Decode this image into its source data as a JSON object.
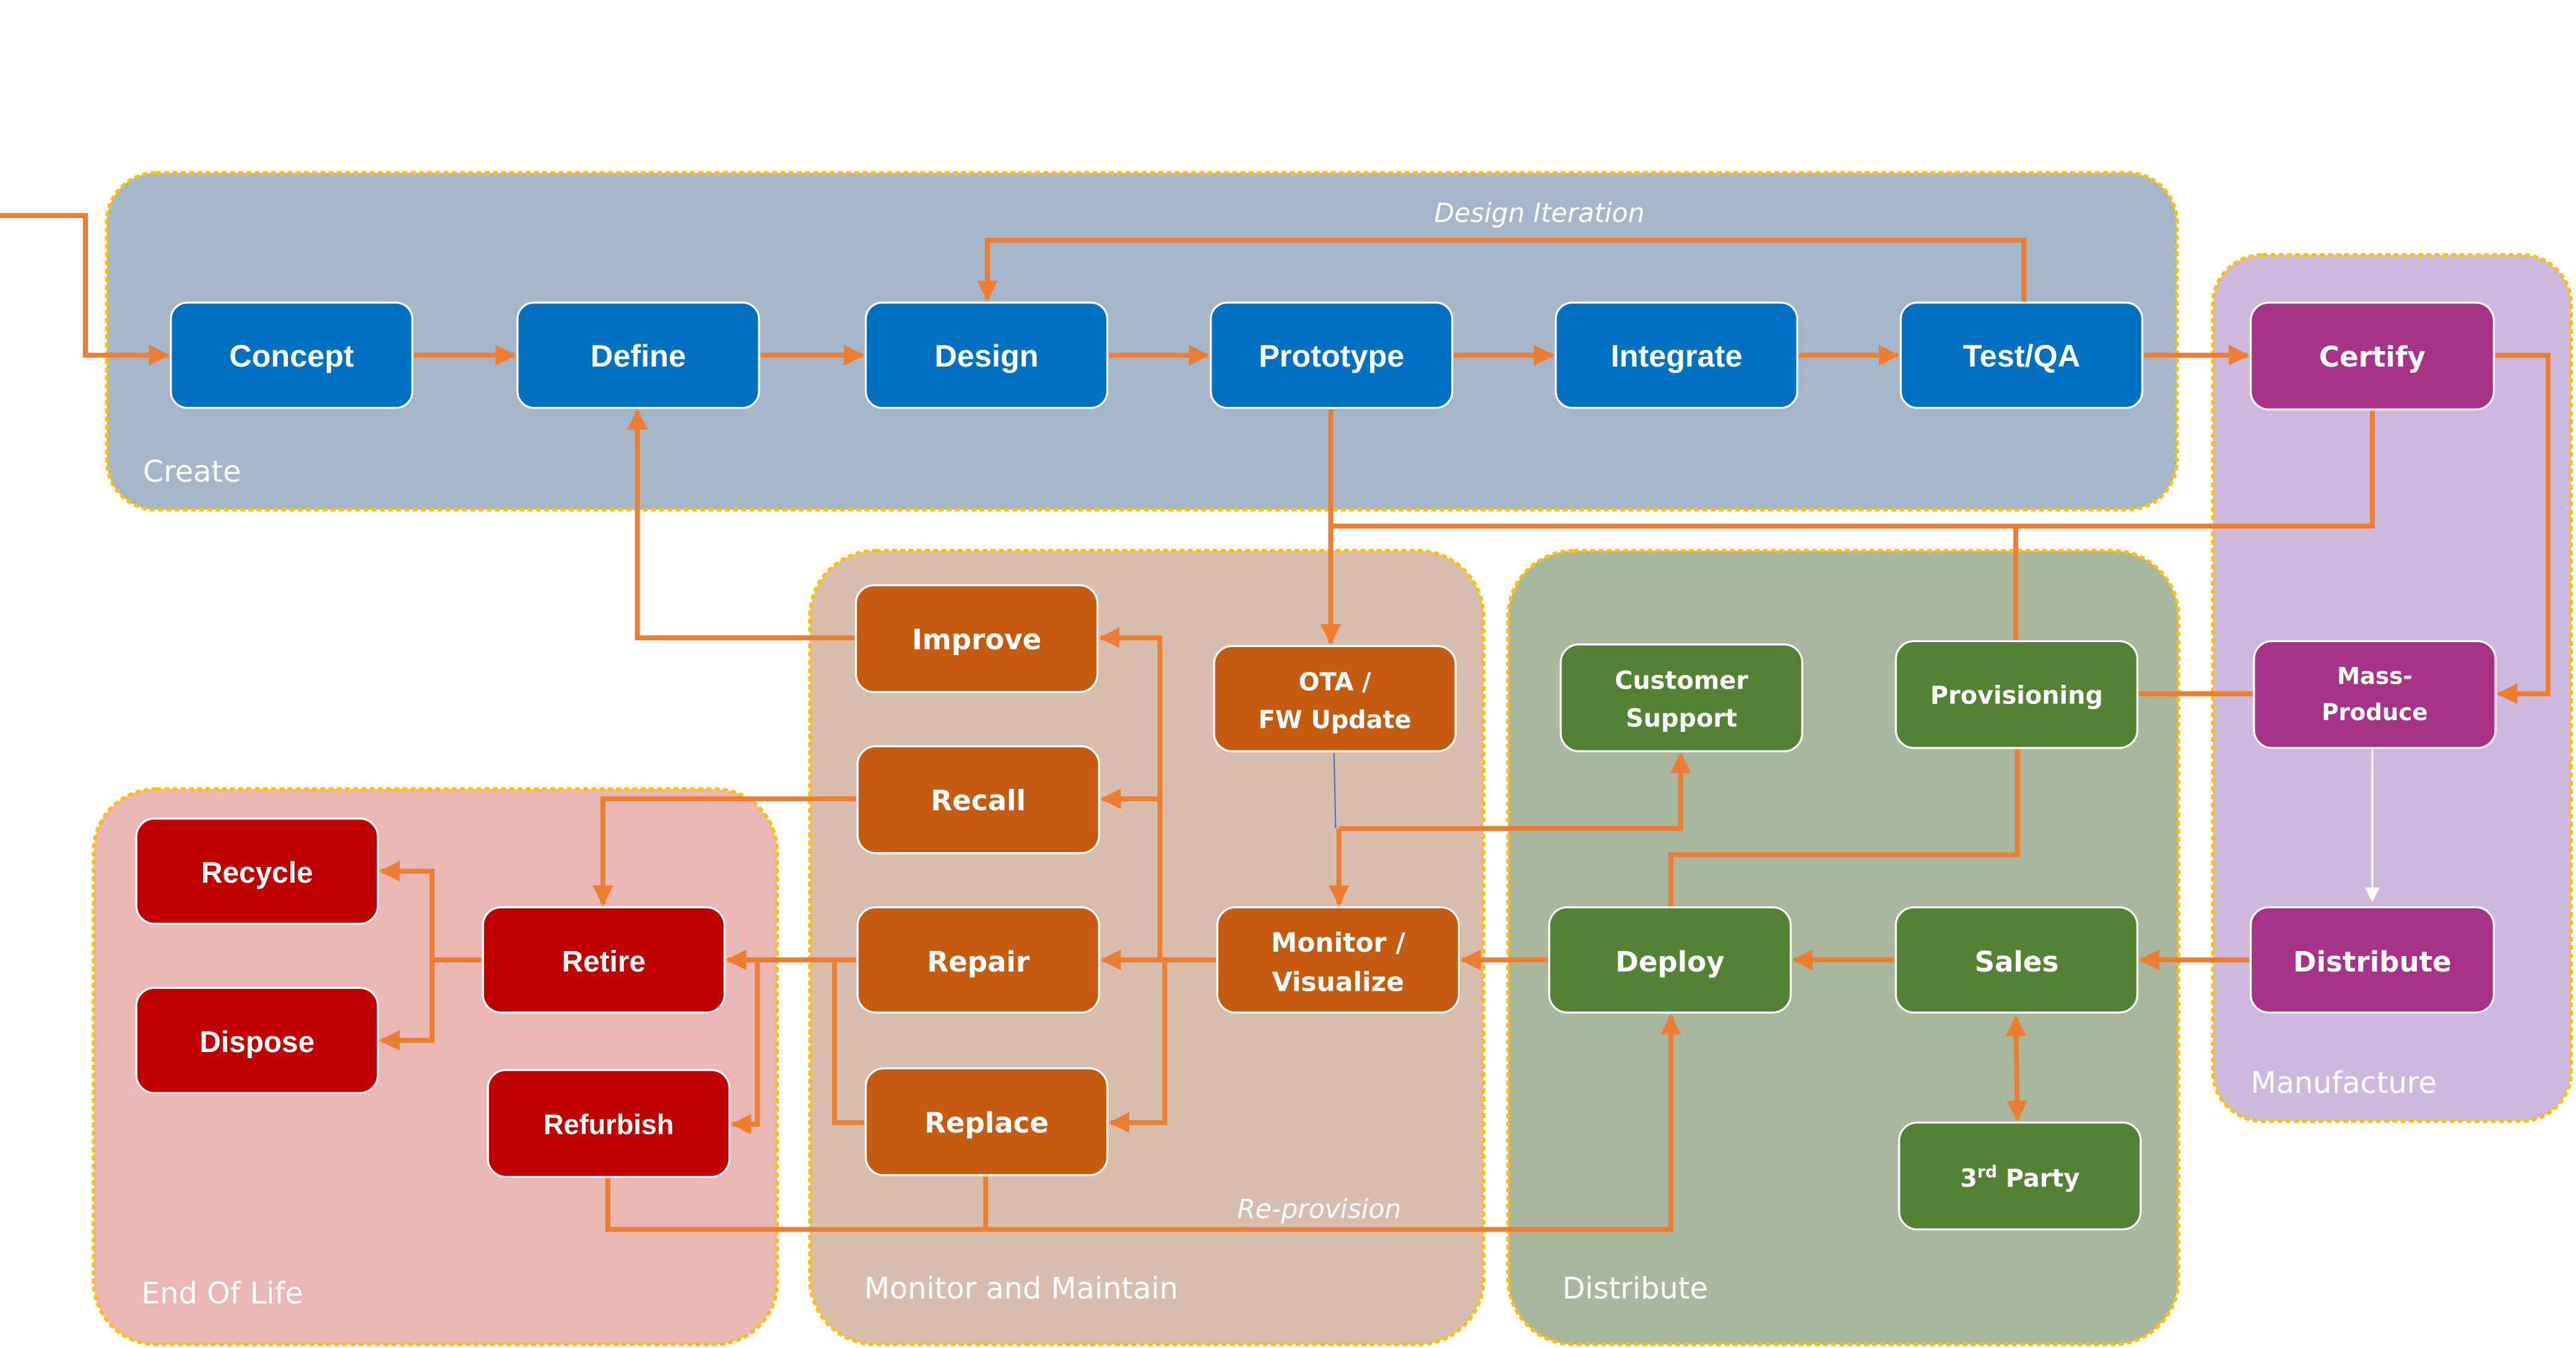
{
  "colors": {
    "connector": "#ED7D31",
    "group_border": "#FFC000",
    "create_bg": "#A5B6C8",
    "create_node": "#0070C0",
    "manufacture_bg": "#CEB9DE",
    "manufacture_node": "#A63386",
    "maintain_bg": "#D6BDAE",
    "maintain_node": "#C55A11",
    "distribute_bg": "#A9B79F",
    "distribute_node": "#548235",
    "eol_bg": "#EBB6B6",
    "eol_node": "#C00000"
  },
  "groups": {
    "create": "Create",
    "manufacture": "Manufacture",
    "maintain": "Monitor and Maintain",
    "distribute": "Distribute",
    "eol": "End Of Life"
  },
  "annotations": {
    "design_iteration": "Design Iteration",
    "reprovision": "Re-provision"
  },
  "nodes": {
    "concept": "Concept",
    "define": "Define",
    "design": "Design",
    "prototype": "Prototype",
    "integrate": "Integrate",
    "testqa": "Test/QA",
    "certify": "Certify",
    "massproduce_1": "Mass-",
    "massproduce_2": "Produce",
    "distribute": "Distribute",
    "customer_support_1": "Customer",
    "customer_support_2": "Support",
    "provisioning": "Provisioning",
    "deploy": "Deploy",
    "sales": "Sales",
    "thirdparty_num": "3",
    "thirdparty_sup": "rd",
    "thirdparty_rest": " Party",
    "improve": "Improve",
    "recall": "Recall",
    "repair": "Repair",
    "replace": "Replace",
    "ota_1": "OTA /",
    "ota_2": "FW Update",
    "monitor_1": "Monitor /",
    "monitor_2": "Visualize",
    "recycle": "Recycle",
    "dispose": "Dispose",
    "retire": "Retire",
    "refurbish": "Refurbish"
  }
}
